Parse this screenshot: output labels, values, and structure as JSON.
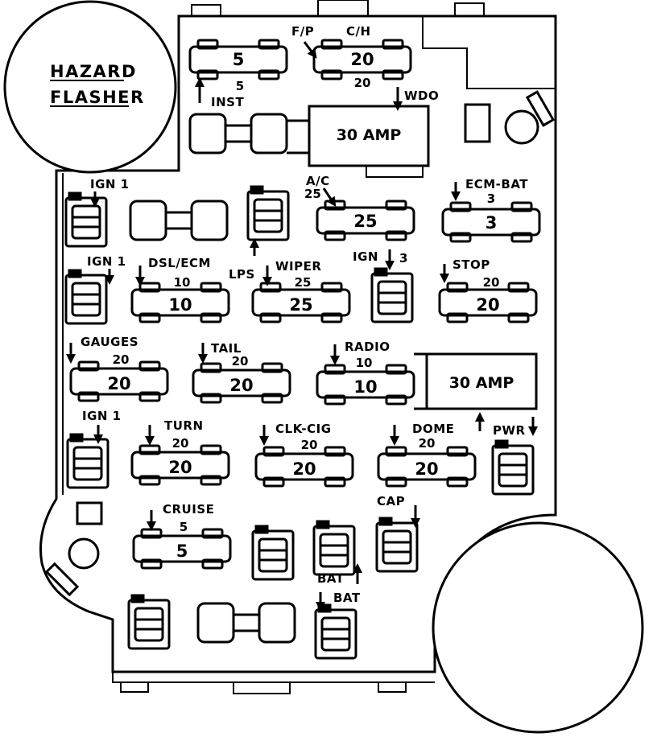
{
  "hazard_flasher": {
    "line1": "HAZARD",
    "line2": "FLASHER"
  },
  "fuses": {
    "inst": {
      "label": "INST",
      "rating_small": "5",
      "rating_big": "5"
    },
    "fp": {
      "label": "F/P"
    },
    "ch": {
      "label": "C/H",
      "rating_small": "20",
      "rating_big": "20"
    },
    "wdo": {
      "label": "WDO",
      "breaker": "30 AMP"
    },
    "ign1_a": {
      "label": "IGN 1"
    },
    "ac": {
      "label": "A/C",
      "rating_small": "25",
      "rating_big": "25"
    },
    "ecm_bat": {
      "label": "ECM-BAT",
      "rating_small": "3",
      "rating_big": "3"
    },
    "ign1_b": {
      "label": "IGN 1"
    },
    "dsl_ecm": {
      "label": "DSL/ECM",
      "rating_small": "10",
      "rating_big": "10"
    },
    "lps": {
      "label": "LPS"
    },
    "wiper": {
      "label": "WIPER",
      "rating_small": "25",
      "rating_big": "25"
    },
    "ign3": {
      "label": "IGN",
      "num": "3"
    },
    "stop": {
      "label": "STOP",
      "rating_small": "20",
      "rating_big": "20"
    },
    "gauges": {
      "label": "GAUGES",
      "rating_small": "20",
      "rating_big": "20"
    },
    "tail": {
      "label": "TAIL",
      "rating_small": "20",
      "rating_big": "20"
    },
    "radio": {
      "label": "RADIO",
      "rating_small": "10",
      "rating_big": "10"
    },
    "pwr": {
      "label": "PWR",
      "breaker": "30 AMP"
    },
    "ign1_c": {
      "label": "IGN 1"
    },
    "turn": {
      "label": "TURN",
      "rating_small": "20",
      "rating_big": "20"
    },
    "clk_cig": {
      "label": "CLK-CIG",
      "rating_small": "20",
      "rating_big": "20"
    },
    "dome": {
      "label": "DOME",
      "rating_small": "20",
      "rating_big": "20"
    },
    "cruise": {
      "label": "CRUISE",
      "rating_small": "5",
      "rating_big": "5"
    },
    "cap": {
      "label": "CAP"
    },
    "bat1": {
      "label": "BAT"
    },
    "bat2": {
      "label": "BAT"
    }
  }
}
